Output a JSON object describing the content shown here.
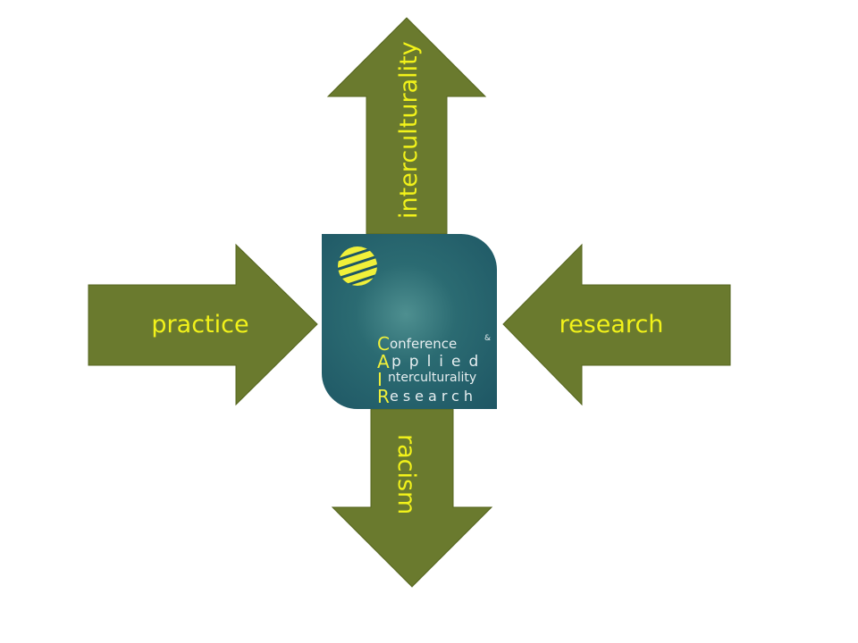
{
  "colors": {
    "arrow": "#6a7a2e",
    "label": "#f2f21a",
    "logo_bg": "#1e5664",
    "logo_accent": "#f0f03a"
  },
  "arrows": {
    "left": {
      "label": "practice"
    },
    "right": {
      "label": "research"
    },
    "top": {
      "label": "interculturality"
    },
    "bottom": {
      "label": "racism"
    }
  },
  "logo": {
    "icon": "sphere-icon",
    "lines": [
      "onference",
      "pplied",
      "nterculturality",
      "esearch"
    ],
    "initials": [
      "C",
      "A",
      "I",
      "R"
    ],
    "small_mark": "&"
  }
}
